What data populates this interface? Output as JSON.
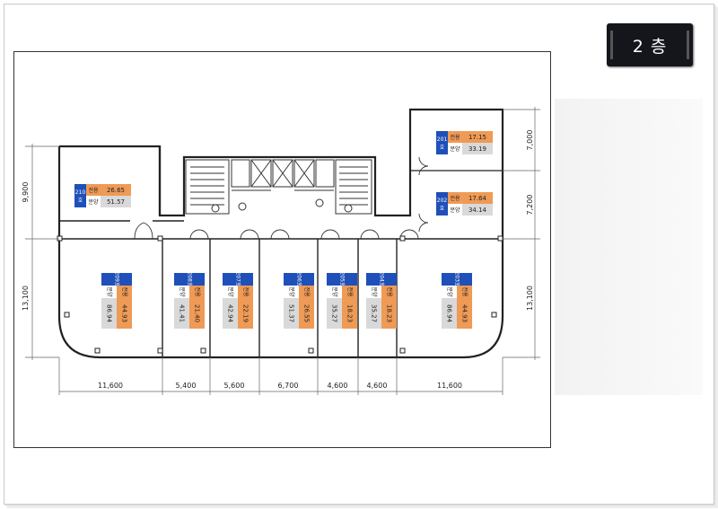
{
  "floor": {
    "label": "2 층"
  },
  "labels": {
    "exclusive": "전용",
    "sale": "분양"
  },
  "units_horizontal": [
    {
      "no": "210호",
      "exclusive": "26.65",
      "sale": "51.57"
    },
    {
      "no": "201호",
      "exclusive": "17.15",
      "sale": "33.19"
    },
    {
      "no": "202호",
      "exclusive": "17.64",
      "sale": "34.14"
    }
  ],
  "units_vertical": [
    {
      "no": "209호",
      "exclusive": "44.93",
      "sale": "86.94"
    },
    {
      "no": "208호",
      "exclusive": "21.40",
      "sale": "41.41"
    },
    {
      "no": "207호",
      "exclusive": "22.19",
      "sale": "42.94"
    },
    {
      "no": "206호",
      "exclusive": "26.55",
      "sale": "51.37"
    },
    {
      "no": "205호",
      "exclusive": "18.23",
      "sale": "35.27"
    },
    {
      "no": "204호",
      "exclusive": "18.23",
      "sale": "35.27"
    },
    {
      "no": "203호",
      "exclusive": "44.93",
      "sale": "86.94"
    }
  ],
  "dimensions": {
    "bottom": [
      "11,600",
      "5,400",
      "5,600",
      "6,700",
      "4,600",
      "4,600",
      "11,600"
    ],
    "left": [
      "9,900",
      "13,100"
    ],
    "right": [
      "7,000",
      "7,200",
      "13,100"
    ]
  },
  "colors": {
    "unit_no": "#1f4fb8",
    "exclusive": "#ef9a55",
    "sale": "#d9d9d9",
    "wall": "#222222"
  }
}
